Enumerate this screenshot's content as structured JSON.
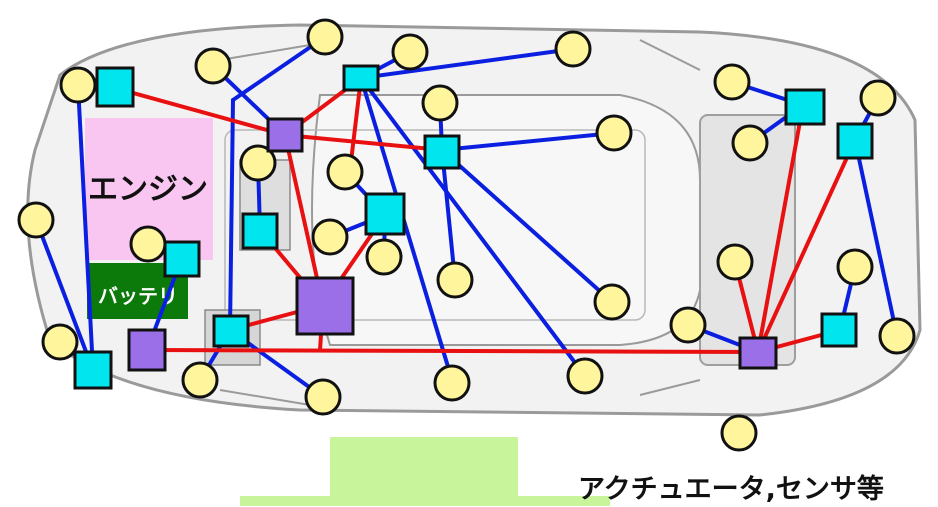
{
  "labels": {
    "engine": "エンジン",
    "battery": "バッテリ",
    "legend": "アクチュエータ,センサ等"
  },
  "colors": {
    "sensor_fill": "#fff59d",
    "ecu_fill": "#00e5ee",
    "gateway_fill": "#9b6fe8",
    "local_link": "#0b1fe0",
    "backbone_link": "#e81010",
    "engine_area": "#f9c6f2",
    "battery_area": "#0b7a0b",
    "accent_bar": "#c8f59b"
  }
}
